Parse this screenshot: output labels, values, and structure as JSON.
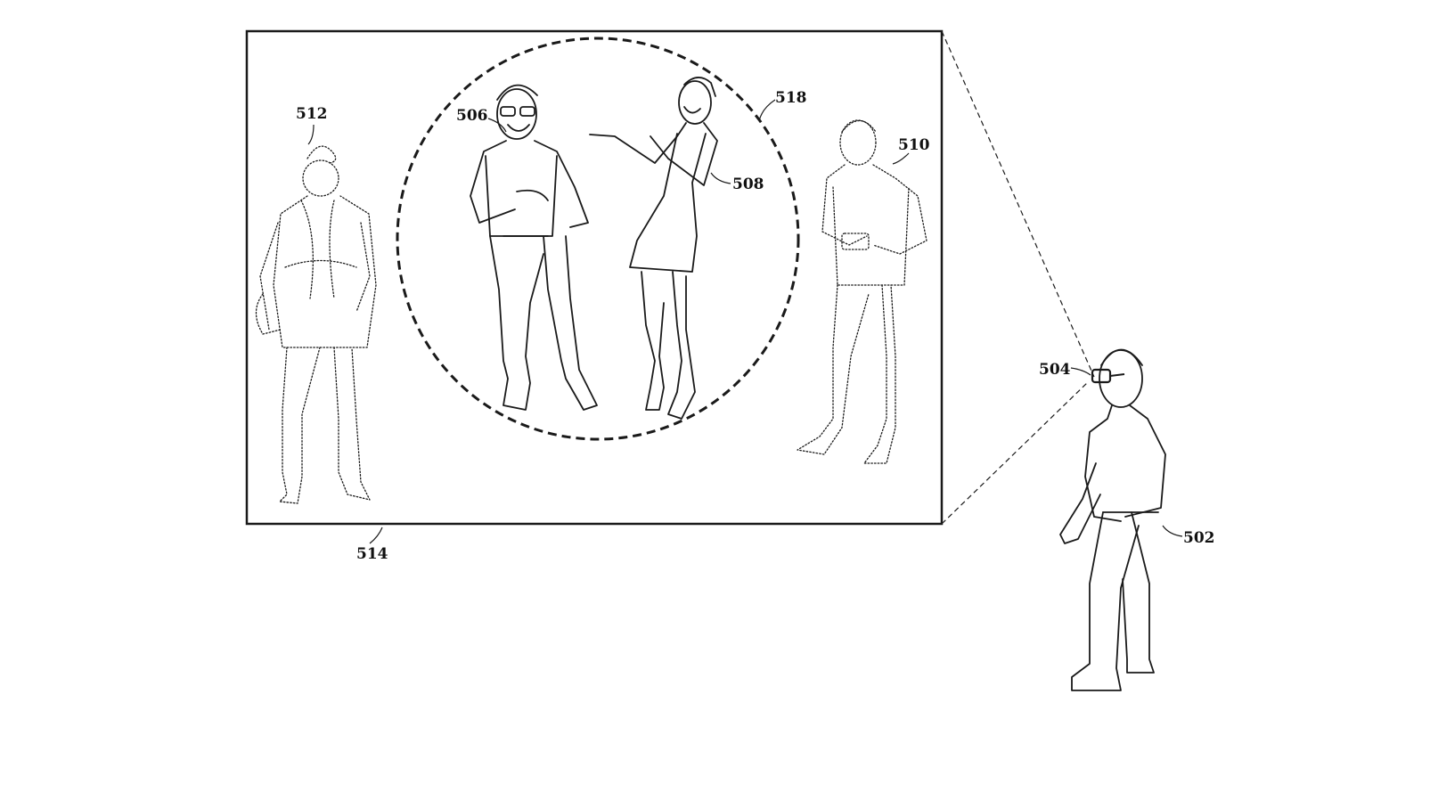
{
  "labels": {
    "user": "502",
    "headset": "504",
    "person_left_in_focus": "506",
    "person_right_in_focus": "508",
    "person_right_outside": "510",
    "person_left_outside": "512",
    "display_view": "514",
    "focus_region": "518"
  }
}
